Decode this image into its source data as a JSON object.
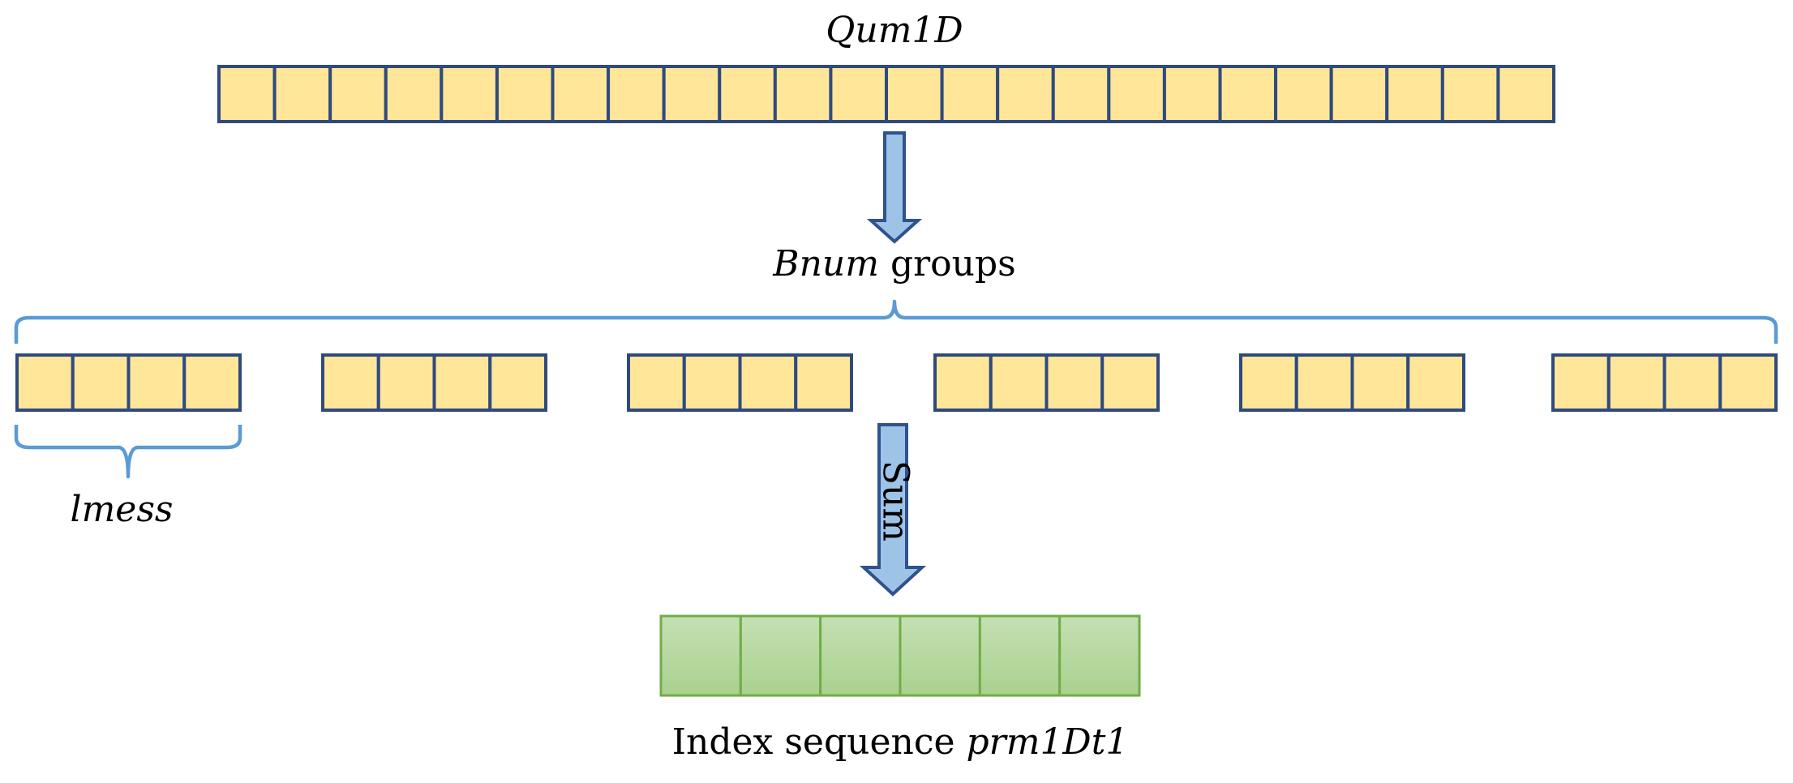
{
  "labels": {
    "top_sequence": "Qum1D",
    "groups_var": "Bnum",
    "groups_word": " groups",
    "group_length": "lmess",
    "sum_label": "Sum",
    "index_prefix": "Index sequence ",
    "index_var": "prm1Dt1"
  },
  "structure": {
    "top_cell_count": 24,
    "group_count": 6,
    "cells_per_group": 4,
    "index_cell_count": 6
  },
  "colors": {
    "sequence_cell_fill": "#ffe699",
    "sequence_cell_border": "#2f4a7f",
    "index_cell_fill_top": "#c5e0b4",
    "index_cell_fill_bottom": "#a9d18e",
    "index_cell_border": "#70ad47",
    "brace": "#5b9bd5",
    "arrow_fill": "#9dc3e6",
    "arrow_border": "#2f528f"
  }
}
